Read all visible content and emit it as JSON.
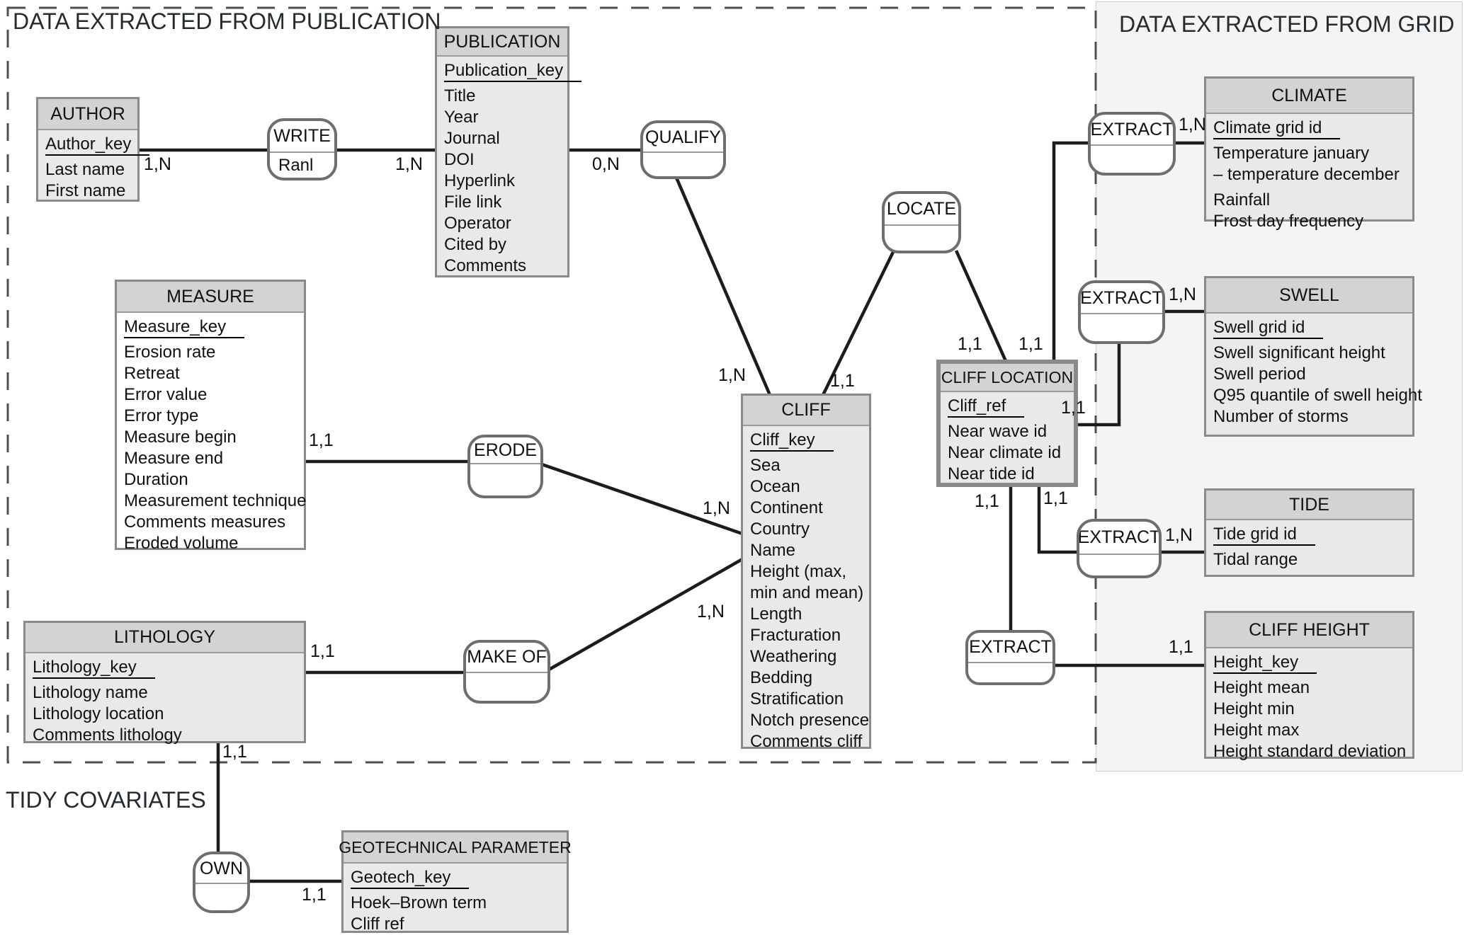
{
  "sections": {
    "publication": "DATA EXTRACTED FROM PUBLICATION",
    "grid": "DATA EXTRACTED FROM GRID",
    "tidy": "TIDY COVARIATES"
  },
  "entities": {
    "author": {
      "title": "AUTHOR",
      "attrs": [
        "Author_key",
        "Last name",
        "First name"
      ]
    },
    "publication": {
      "title": "PUBLICATION",
      "attrs": [
        "Publication_key",
        "Title",
        "Year",
        "Journal",
        "DOI",
        "Hyperlink",
        "File link",
        "Operator",
        "Cited by",
        "Comments"
      ]
    },
    "measure": {
      "title": "MEASURE",
      "attrs": [
        "Measure_key",
        "Erosion rate",
        "Retreat",
        "Error value",
        "Error type",
        "Measure begin",
        "Measure end",
        "Duration",
        "Measurement technique",
        "Comments measures",
        "Eroded volume"
      ]
    },
    "cliff": {
      "title": "CLIFF",
      "attrs": [
        "Cliff_key",
        "Sea",
        "Ocean",
        "Continent",
        "Country",
        "Name",
        "Height (max,",
        "min and mean)",
        "Length",
        "Fracturation",
        "Weathering",
        "Bedding",
        "Stratification",
        "Notch presence",
        "Comments cliff"
      ]
    },
    "cliff_location": {
      "title": "CLIFF LOCATION",
      "attrs": [
        "Cliff_ref",
        "Near wave id",
        "Near climate id",
        "Near tide id"
      ]
    },
    "lithology": {
      "title": "LITHOLOGY",
      "attrs": [
        "Lithology_key",
        "Lithology name",
        "Lithology location",
        "Comments lithology"
      ]
    },
    "geotechnical": {
      "title": "GEOTECHNICAL PARAMETER",
      "attrs": [
        "Geotech_key",
        "Hoek–Brown term",
        "Cliff ref"
      ]
    },
    "climate": {
      "title": "CLIMATE",
      "attrs": [
        "Climate grid id",
        "Temperature january",
        "– temperature december",
        "Rainfall",
        "Frost day frequency"
      ]
    },
    "swell": {
      "title": "SWELL",
      "attrs": [
        "Swell grid id",
        "Swell significant height",
        "Swell period",
        "Q95 quantile of swell height",
        "Number of storms"
      ]
    },
    "tide": {
      "title": "TIDE",
      "attrs": [
        "Tide grid id",
        "Tidal range"
      ]
    },
    "cliff_height": {
      "title": "CLIFF HEIGHT",
      "attrs": [
        "Height_key",
        "Height mean",
        "Height min",
        "Height max",
        "Height standard deviation"
      ]
    }
  },
  "relationships": {
    "write": {
      "name": "WRITE",
      "attr": "Ranl"
    },
    "qualify": {
      "name": "QUALIFY"
    },
    "locate": {
      "name": "LOCATE"
    },
    "erode": {
      "name": "ERODE"
    },
    "make_of": {
      "name": "MAKE OF"
    },
    "own": {
      "name": "OWN"
    },
    "extract_climate": {
      "name": "EXTRACT"
    },
    "extract_swell": {
      "name": "EXTRACT"
    },
    "extract_tide": {
      "name": "EXTRACT"
    },
    "extract_cliff_height": {
      "name": "EXTRACT"
    }
  },
  "cardinalities": [
    "1,N",
    "1,N",
    "0,N",
    "1,N",
    "1,1",
    "1,1",
    "1,1",
    "1,N",
    "1,N",
    "1,1",
    "1,1",
    "1,1",
    "1,N",
    "1,1",
    "1,1",
    "1,N",
    "1,1",
    "1,N",
    "1,1",
    "1,1"
  ],
  "colors": {
    "entity_header": "#d3d3d3",
    "entity_body": "#e9e9e9",
    "entity_border": "#8a8a8a",
    "relationship_border": "#6e6e6e",
    "connector_line": "#1c1c1c",
    "grid_panel_bg": "#f4f4f4",
    "dashed_border": "#4a5056"
  }
}
